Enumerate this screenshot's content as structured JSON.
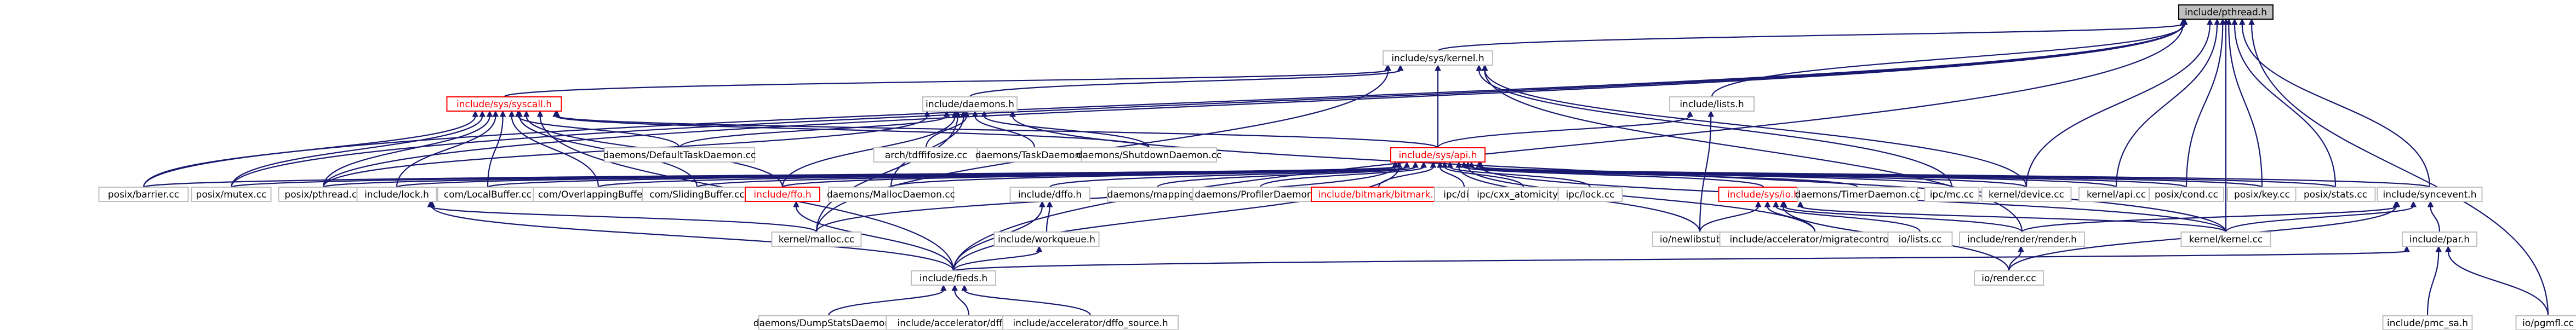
{
  "colors": {
    "edge": "#191970",
    "node_border": "#bfbfbf",
    "root_fill": "#bfbfbf",
    "red": "#ff0000"
  },
  "nodes": {
    "pthread_h": "include/pthread.h",
    "sys_kernel_h": "include/sys/kernel.h",
    "sys_syscall_h": "include/sys/syscall.h",
    "daemons_h": "include/daemons.h",
    "lists_h": "include/lists.h",
    "sys_api_h": "include/sys/api.h",
    "default_task": "daemons/DefaultTaskDaemon.cc",
    "arch_tdfifosize": "arch/tdffifosize.cc",
    "task_daemon": "daemons/TaskDaemon.cc",
    "shutdown_daemon": "daemons/ShutdownDaemon.cc",
    "posix_barrier": "posix/barrier.cc",
    "posix_mutex": "posix/mutex.cc",
    "posix_pthread": "posix/pthread.cc",
    "lock_h": "include/lock.h",
    "com_local": "com/LocalBuffer.cc",
    "com_overlapping": "com/OverlappingBuffer.cc",
    "com_sliding": "com/SlidingBuffer.cc",
    "ffo_h": "include/ffo.h",
    "malloc_daemon": "daemons/MallocDaemon.cc",
    "dffo_h": "include/dffo.h",
    "mapping": "daemons/mapping.cc",
    "profiler_daemon": "daemons/ProfilerDaemon.cc",
    "bitmark_h": "include/bitmark/bitmark.h",
    "ipc_dir": "ipc/dir.cc",
    "ipc_cxx_atomicity": "ipc/cxx_atomicity.cc",
    "ipc_lock": "ipc/lock.cc",
    "sys_io_h": "include/sys/io.h",
    "timer_daemon": "daemons/TimerDaemon.cc",
    "ipc_mc": "ipc/mc.cc",
    "kernel_device": "kernel/device.cc",
    "kernel_api": "kernel/api.cc",
    "posix_cond": "posix/cond.cc",
    "posix_key": "posix/key.cc",
    "posix_stats": "posix/stats.cc",
    "syncevent_h": "include/syncevent.h",
    "kernel_malloc": "kernel/malloc.cc",
    "workqueue_h": "include/workqueue.h",
    "io_newlibstubs": "io/newlibstubs.cc",
    "migratecontrol_h": "include/accelerator/migratecontrol.h",
    "io_lists": "io/lists.cc",
    "render_h": "include/render/render.h",
    "kernel_kernel": "kernel/kernel.cc",
    "par_h": "include/par.h",
    "fieds_h": "include/fieds.h",
    "io_render": "io/render.cc",
    "pmc_sa_h": "include/pmc_sa.h",
    "io_pgmfl": "io/pgmfl.cc",
    "dump_stats": "daemons/DumpStatsDaemon.cc",
    "dffo_sink_h": "include/accelerator/dffo_sink.h",
    "dffo_source_h": "include/accelerator/dffo_source.h"
  }
}
